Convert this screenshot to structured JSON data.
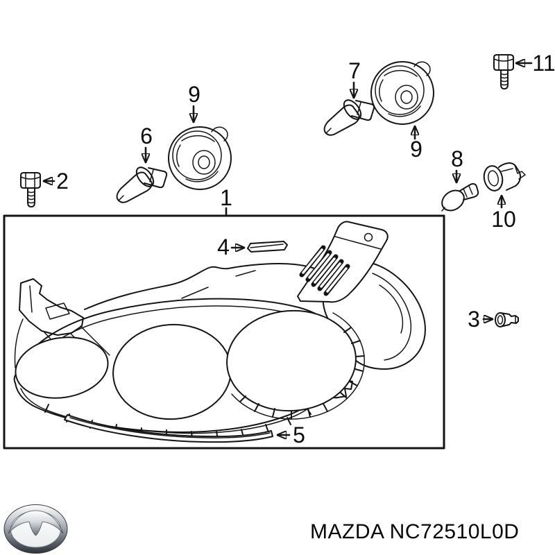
{
  "diagram": {
    "callouts": [
      {
        "label": "1"
      },
      {
        "label": "2"
      },
      {
        "label": "3"
      },
      {
        "label": "4"
      },
      {
        "label": "5"
      },
      {
        "label": "6"
      },
      {
        "label": "7"
      },
      {
        "label": "8"
      },
      {
        "label": "9"
      },
      {
        "label": "9"
      },
      {
        "label": "10"
      },
      {
        "label": "11"
      }
    ]
  },
  "footer": {
    "brand_text": "MAZDA NC72510L0D"
  },
  "colors": {
    "line": "#141414",
    "background": "#ffffff",
    "text": "#060606",
    "chrome_light": "#f5f6f7",
    "chrome_mid": "#b9bdc2",
    "chrome_dark": "#3a3f45"
  }
}
